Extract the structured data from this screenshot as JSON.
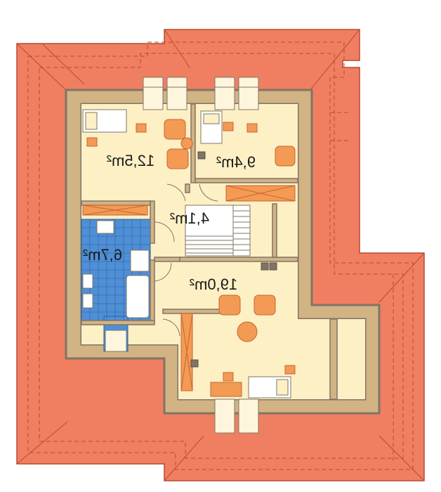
{
  "colors": {
    "roof": "#f07f62",
    "roof_line": "#b94a2e",
    "wall": "#d2b384",
    "wall_outline": "#807466",
    "floor": "#fdf0c5",
    "tile": "#4f8fd6",
    "furniture": "#f39a55",
    "furniture_dark": "#c7662e",
    "fixture": "#ffffff"
  },
  "rooms": [
    {
      "id": "bedroom-left",
      "area": "12,5m²"
    },
    {
      "id": "bedroom-right",
      "area": "9,4m²"
    },
    {
      "id": "hallway",
      "area": "4,1m²"
    },
    {
      "id": "bathroom",
      "area": "6,7m²"
    },
    {
      "id": "living-room",
      "area": "19,0m²"
    }
  ]
}
